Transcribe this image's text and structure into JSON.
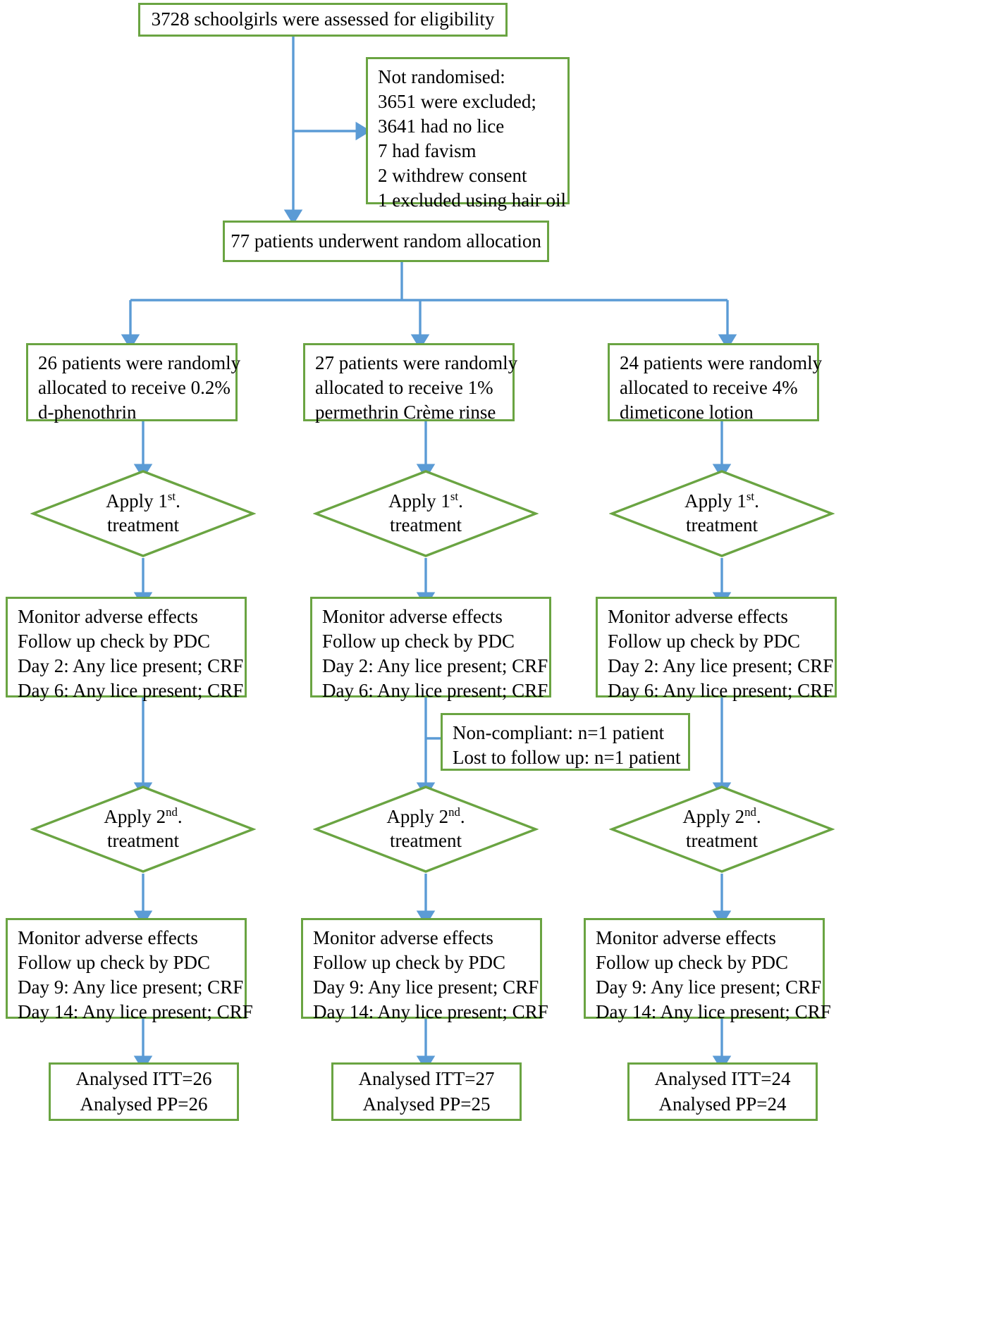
{
  "diagram": {
    "title": "CONSORT participant flow diagram",
    "colors": {
      "box_border": "#6aa442",
      "arrow": "#5b9bd5",
      "text": "#000000",
      "background": "#ffffff"
    },
    "enrollment": {
      "assessed": "3728 schoolgirls were assessed for eligibility",
      "excluded": {
        "lines": [
          "Not randomised:",
          "3651 were excluded;",
          "3641 had no lice",
          "7 had favism",
          "2 withdrew consent",
          "1 excluded using hair oil"
        ]
      },
      "randomised": "77 patients underwent random allocation"
    },
    "arms": [
      {
        "id": "arm-d-phenothrin",
        "allocation": {
          "lines": [
            "26 patients were randomly",
            "allocated to receive 0.2%",
            "d-phenothrin"
          ]
        },
        "treatment1": {
          "line1_prefix": "Apply 1",
          "line1_sup": "st",
          "line1_suffix": ".",
          "line2": "treatment"
        },
        "followup1": {
          "lines": [
            "Monitor adverse effects",
            "Follow up check by PDC",
            "Day 2: Any lice present; CRF",
            "Day 6: Any lice present; CRF"
          ]
        },
        "treatment2": {
          "line1_prefix": "Apply 2",
          "line1_sup": "nd",
          "line1_suffix": ".",
          "line2": "treatment"
        },
        "followup2": {
          "lines": [
            "Monitor adverse effects",
            "Follow up check by PDC",
            "Day 9: Any lice present; CRF",
            "Day 14: Any lice present; CRF"
          ]
        },
        "analysis": {
          "lines": [
            "Analysed ITT=26",
            "Analysed PP=26"
          ]
        }
      },
      {
        "id": "arm-permethrin",
        "allocation": {
          "lines": [
            "27 patients were randomly",
            "allocated to receive 1%",
            "permethrin Crème rinse"
          ]
        },
        "treatment1": {
          "line1_prefix": "Apply 1",
          "line1_sup": "st",
          "line1_suffix": ".",
          "line2": "treatment"
        },
        "followup1": {
          "lines": [
            "Monitor adverse effects",
            "Follow up check by PDC",
            "Day 2: Any lice present; CRF",
            "Day 6: Any lice present; CRF"
          ]
        },
        "losses": {
          "lines": [
            "Non-compliant: n=1 patient",
            "Lost to follow up: n=1 patient"
          ]
        },
        "treatment2": {
          "line1_prefix": "Apply 2",
          "line1_sup": "nd",
          "line1_suffix": ".",
          "line2": "treatment"
        },
        "followup2": {
          "lines": [
            "Monitor adverse effects",
            "Follow up check by PDC",
            "Day 9: Any lice present; CRF",
            "Day 14: Any lice present; CRF"
          ]
        },
        "analysis": {
          "lines": [
            "Analysed ITT=27",
            "Analysed PP=25"
          ]
        }
      },
      {
        "id": "arm-dimeticone",
        "allocation": {
          "lines": [
            "24 patients were randomly",
            "allocated to receive 4%",
            "dimeticone lotion"
          ]
        },
        "treatment1": {
          "line1_prefix": "Apply 1",
          "line1_sup": "st",
          "line1_suffix": ".",
          "line2": "treatment"
        },
        "followup1": {
          "lines": [
            "Monitor adverse effects",
            "Follow up check by PDC",
            "Day 2: Any lice present; CRF",
            "Day 6: Any lice present; CRF"
          ]
        },
        "treatment2": {
          "line1_prefix": "Apply 2",
          "line1_sup": "nd",
          "line1_suffix": ".",
          "line2": "treatment"
        },
        "followup2": {
          "lines": [
            "Monitor adverse effects",
            "Follow up check by PDC",
            "Day 9: Any lice present; CRF",
            "Day 14: Any lice present; CRF"
          ]
        },
        "analysis": {
          "lines": [
            "Analysed ITT=24",
            "Analysed PP=24"
          ]
        }
      }
    ]
  }
}
